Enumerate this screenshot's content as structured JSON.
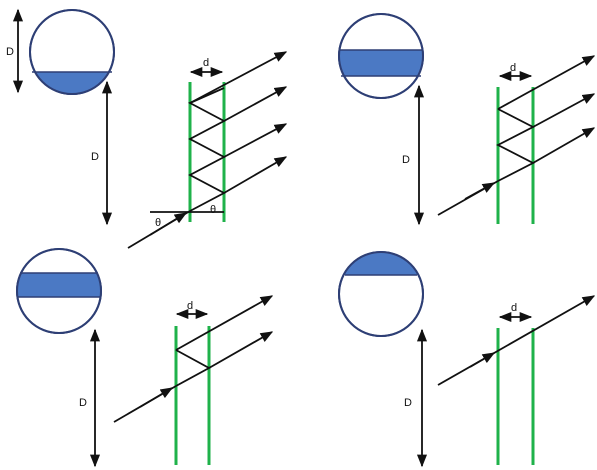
{
  "colors": {
    "mirror": "#1fb24a",
    "band": "#4b79c4",
    "circle_outline": "#2e3f75",
    "ray": "#111111"
  },
  "labels": {
    "panel1": {
      "D_small": "D",
      "D_large": "D",
      "d": "d",
      "theta_left": "θ",
      "theta_right": "θ"
    },
    "panel2": {
      "D_large": "D",
      "d": "d"
    },
    "panel3": {
      "D_large": "D",
      "d": "d"
    },
    "panel4": {
      "D_large": "D",
      "d": "d"
    }
  }
}
